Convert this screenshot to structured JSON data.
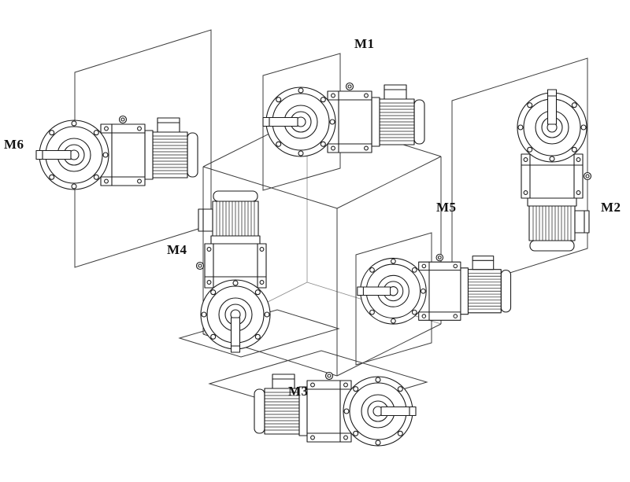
{
  "figure": {
    "background": "#ffffff",
    "line_color": "#1b1b1b",
    "frame_line_color": "#3c3c3c"
  },
  "labels": {
    "m1": "M1",
    "m2": "M2",
    "m3": "M3",
    "m4": "M4",
    "m5": "M5",
    "m6": "M6"
  }
}
